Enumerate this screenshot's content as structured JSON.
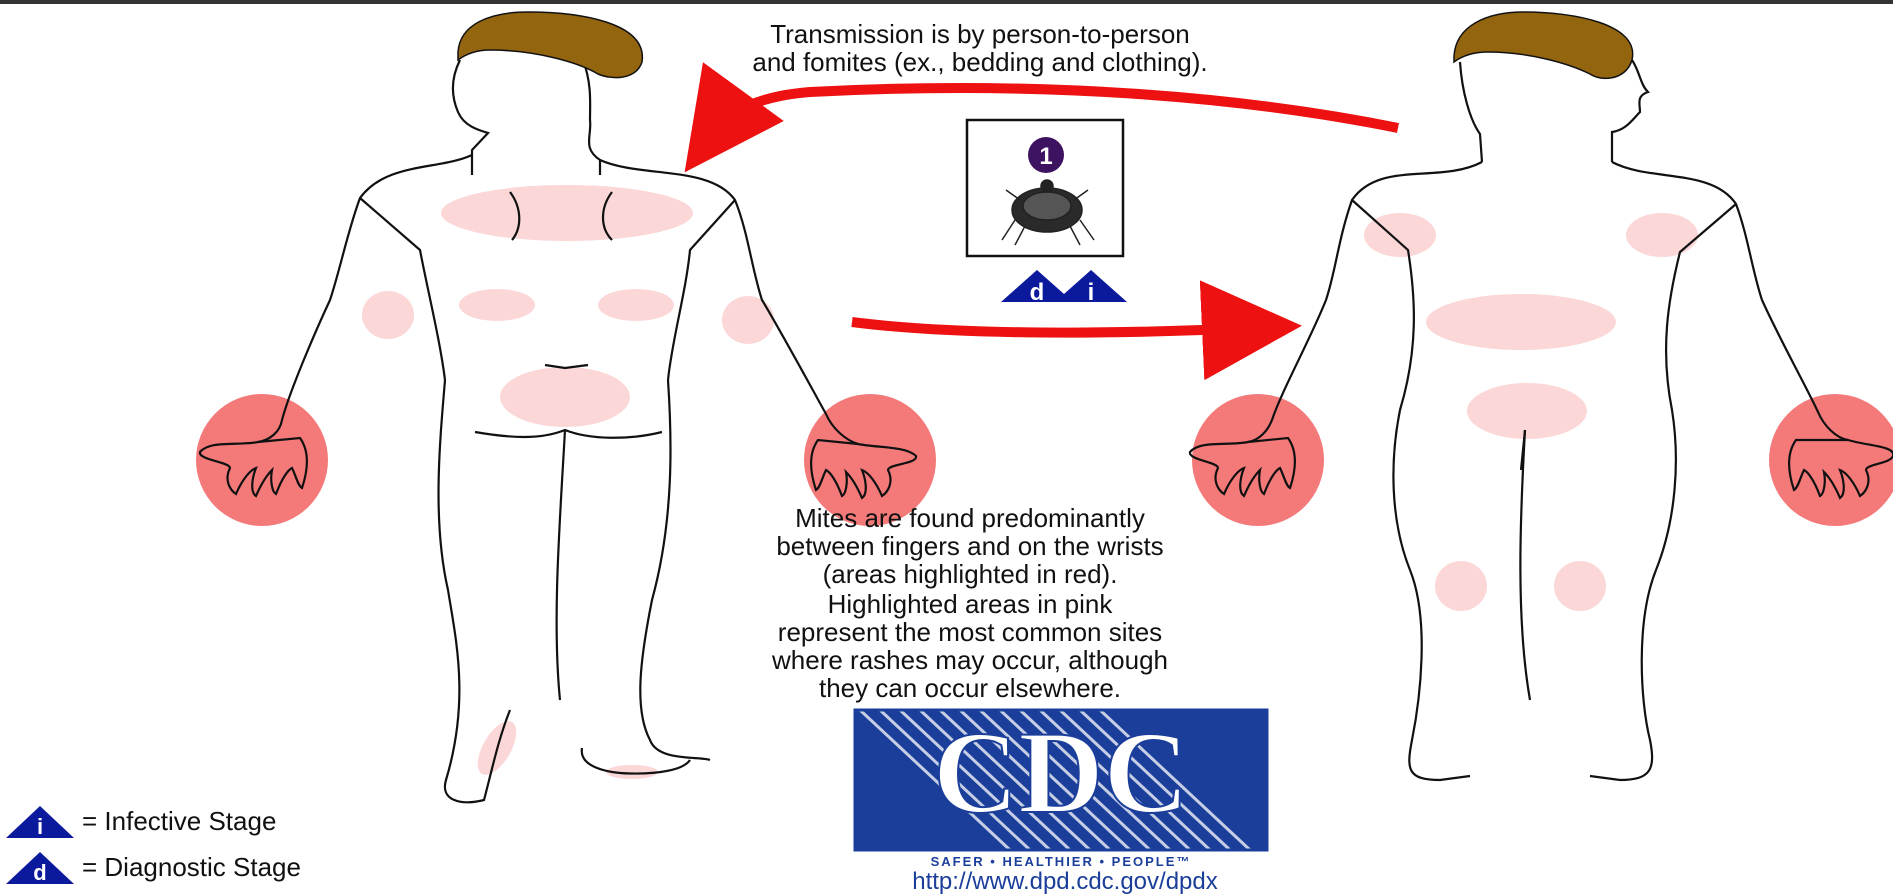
{
  "transmission": {
    "line1": "Transmission is by person-to-person",
    "line2": "and fomites (ex., bedding and clothing)."
  },
  "stage_box": {
    "stage_number": "1",
    "badge_diagnostic": "d",
    "badge_infective": "i"
  },
  "mites_note": {
    "line1": "Mites are found predominantly",
    "line2": "between fingers and on the wrists",
    "line3": "(areas highlighted in red)."
  },
  "rash_note": {
    "line1": "Highlighted areas in pink",
    "line2": "represent the most common sites",
    "line3": "where rashes may occur, although",
    "line4": "they can occur elsewhere."
  },
  "legend": {
    "infective_letter": "i",
    "infective_label": "= Infective Stage",
    "diagnostic_letter": "d",
    "diagnostic_label": "= Diagnostic Stage"
  },
  "logo": {
    "text": "CDC",
    "tagline": "SAFER • HEALTHIER • PEOPLE™",
    "url": "http://www.dpd.cdc.gov/dpdx"
  },
  "colors": {
    "arrow": "#ee1111",
    "pink_site": "#fbd7d7",
    "red_site": "#f47a7a",
    "hair": "#94650f",
    "badge": "#0b1a9c",
    "stage_circle": "#3d1260",
    "cdc_blue": "#1a3e9a"
  }
}
